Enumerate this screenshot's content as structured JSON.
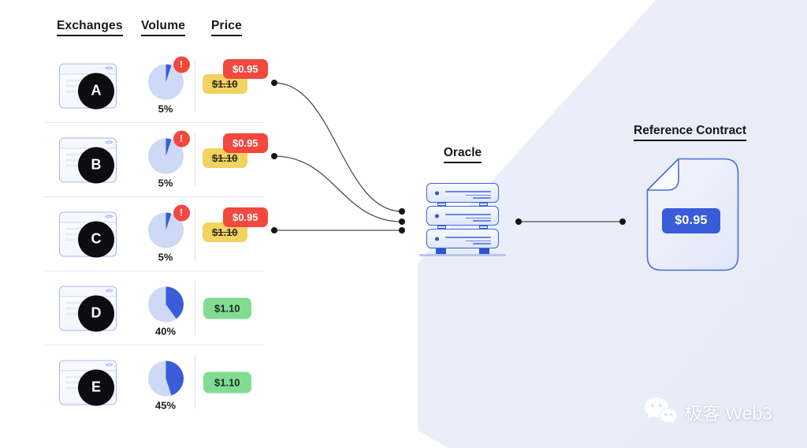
{
  "titles": {
    "exchanges": "Exchanges",
    "volume": "Volume",
    "price": "Price",
    "oracle": "Oracle",
    "reference_contract": "Reference Contract"
  },
  "chrome_glyph": "</>",
  "alert_glyph": "!",
  "exchanges": [
    {
      "label": "A",
      "volume_pct": "5%",
      "volume_value": 5,
      "reported_price": "$0.95",
      "reference_price": "$1.10",
      "has_alert": true
    },
    {
      "label": "B",
      "volume_pct": "5%",
      "volume_value": 5,
      "reported_price": "$0.95",
      "reference_price": "$1.10",
      "has_alert": true
    },
    {
      "label": "C",
      "volume_pct": "5%",
      "volume_value": 5,
      "reported_price": "$0.95",
      "reference_price": "$1.10",
      "has_alert": true
    },
    {
      "label": "D",
      "volume_pct": "40%",
      "volume_value": 40,
      "price": "$1.10",
      "has_alert": false
    },
    {
      "label": "E",
      "volume_pct": "45%",
      "volume_value": 45,
      "price": "$1.10",
      "has_alert": false
    }
  ],
  "reference_contract": {
    "value": "$0.95"
  },
  "watermark": {
    "text": "极客 Web3",
    "icon": "wechat-icon"
  },
  "colors": {
    "alert_red": "#F2483E",
    "warn_yellow": "#F2D360",
    "ok_green": "#81DC92",
    "accent_blue": "#3B5CD9",
    "pie_light": "#CDD9F5"
  }
}
